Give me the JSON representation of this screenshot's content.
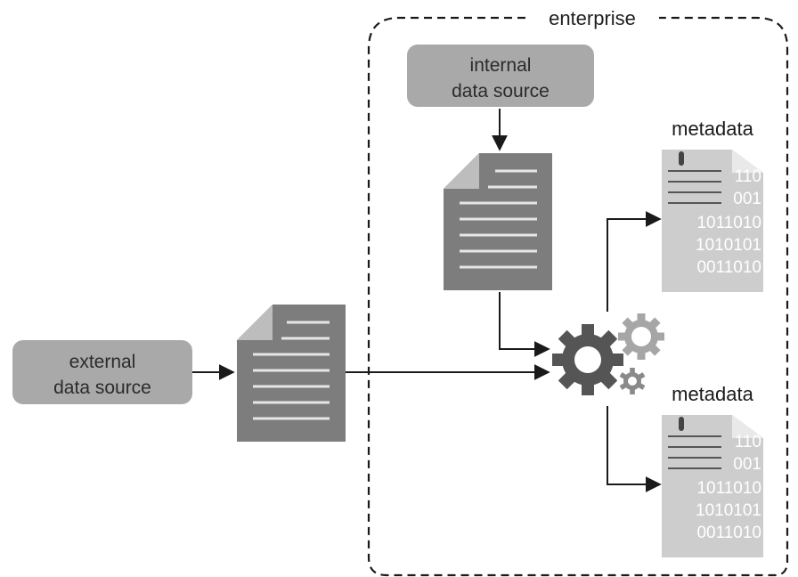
{
  "enterprise": {
    "label": "enterprise"
  },
  "internal_source": {
    "line1": "internal",
    "line2": "data source"
  },
  "external_source": {
    "line1": "external",
    "line2": "data source"
  },
  "metadata_top": {
    "title": "metadata",
    "lines": [
      "110",
      "001",
      "1011010",
      "1010101",
      "0011010"
    ]
  },
  "metadata_bottom": {
    "title": "metadata",
    "lines": [
      "110",
      "001",
      "1011010",
      "1010101",
      "0011010"
    ]
  },
  "colors": {
    "box": "#a9a9a9",
    "document": "#7d7d7d",
    "document_fold": "#bdbdbd",
    "metadata_doc": "#cdcdcd",
    "gear_main": "#555555",
    "gear_light": "#a6a6a6",
    "gear_small": "#8a8a8a",
    "line": "#1a1a1a"
  }
}
